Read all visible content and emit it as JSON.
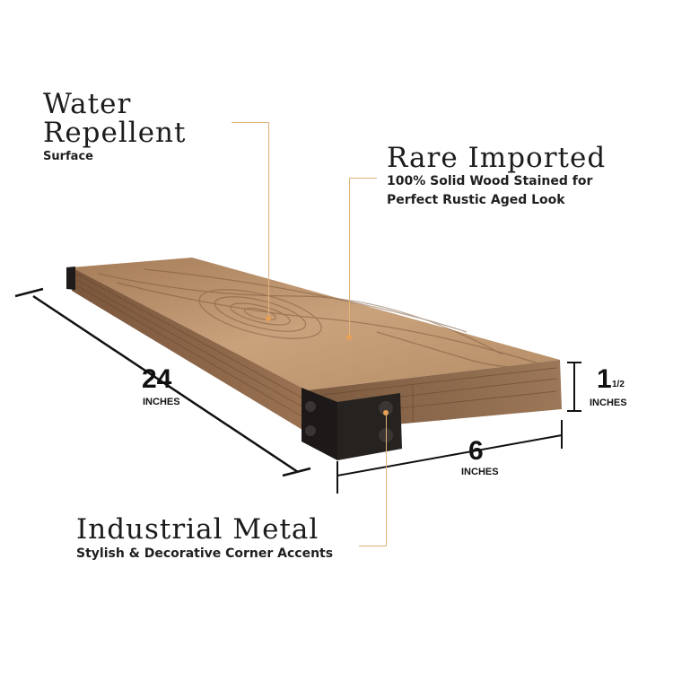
{
  "callouts": {
    "water": {
      "title_line1": "Water",
      "title_line2": "Repellent",
      "subtitle": "Surface"
    },
    "rare": {
      "title": "Rare Imported",
      "subtitle_line1": "100% Solid Wood Stained for",
      "subtitle_line2": "Perfect Rustic Aged Look"
    },
    "metal": {
      "title": "Industrial Metal",
      "subtitle": "Stylish & Decorative Corner Accents"
    }
  },
  "dimensions": {
    "length": {
      "value": "24",
      "unit": "INCHES"
    },
    "depth": {
      "value": "6",
      "unit": "INCHES"
    },
    "height": {
      "value": "1",
      "fraction": "1/2",
      "unit": "INCHES"
    }
  },
  "colors": {
    "callout_line": "#e2b27a",
    "callout_dot": "#e8a055",
    "wood_top": "#b98e66",
    "wood_front": "#8a6446",
    "wood_end": "#6f4f36",
    "metal": "#1e1b1a"
  }
}
